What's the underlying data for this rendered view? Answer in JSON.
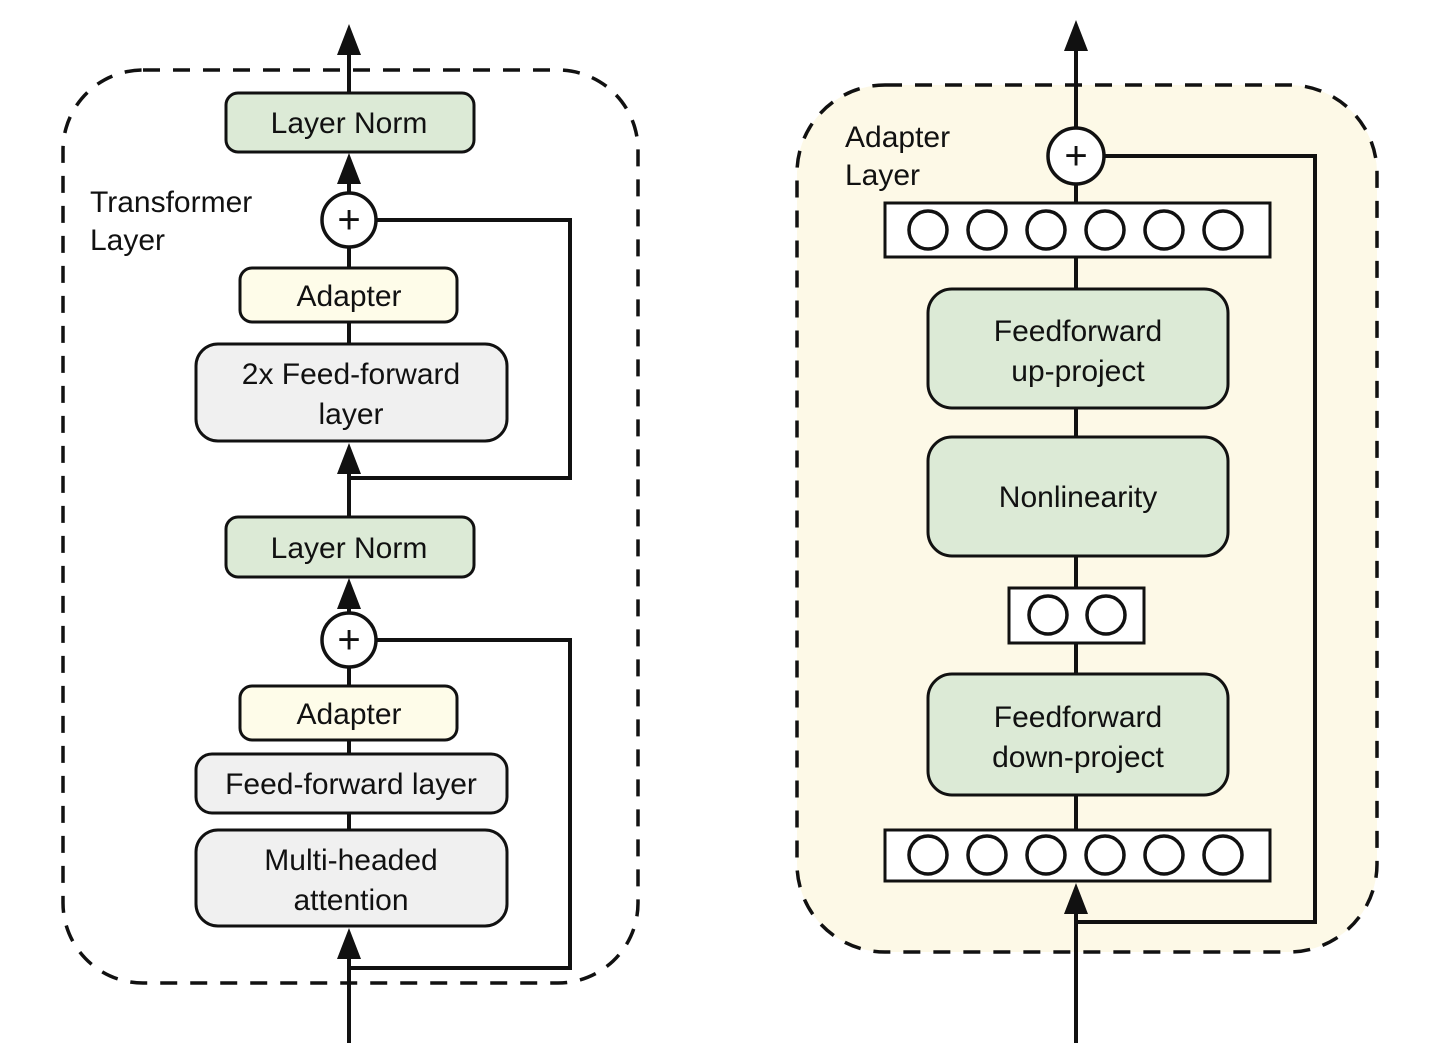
{
  "diagram": {
    "colors": {
      "green": "#dcead6",
      "gray": "#f0f0f0",
      "cream_box": "#fefce9",
      "cream_panel": "#fdf9e7",
      "white": "#ffffff"
    },
    "left": {
      "title": [
        "Transformer",
        "Layer"
      ],
      "layer_norm_top": "Layer Norm",
      "plus_top": "+",
      "adapter_top": "Adapter",
      "ff2x": [
        "2x Feed-forward",
        "layer"
      ],
      "layer_norm_bottom": "Layer Norm",
      "plus_bottom": "+",
      "adapter_bottom": "Adapter",
      "ff_layer": "Feed-forward layer",
      "mha": [
        "Multi-headed",
        "attention"
      ]
    },
    "right": {
      "title": [
        "Adapter",
        "Layer"
      ],
      "plus": "+",
      "ff_up": [
        "Feedforward",
        "up-project"
      ],
      "nonlinearity": "Nonlinearity",
      "ff_down": [
        "Feedforward",
        "down-project"
      ]
    }
  }
}
